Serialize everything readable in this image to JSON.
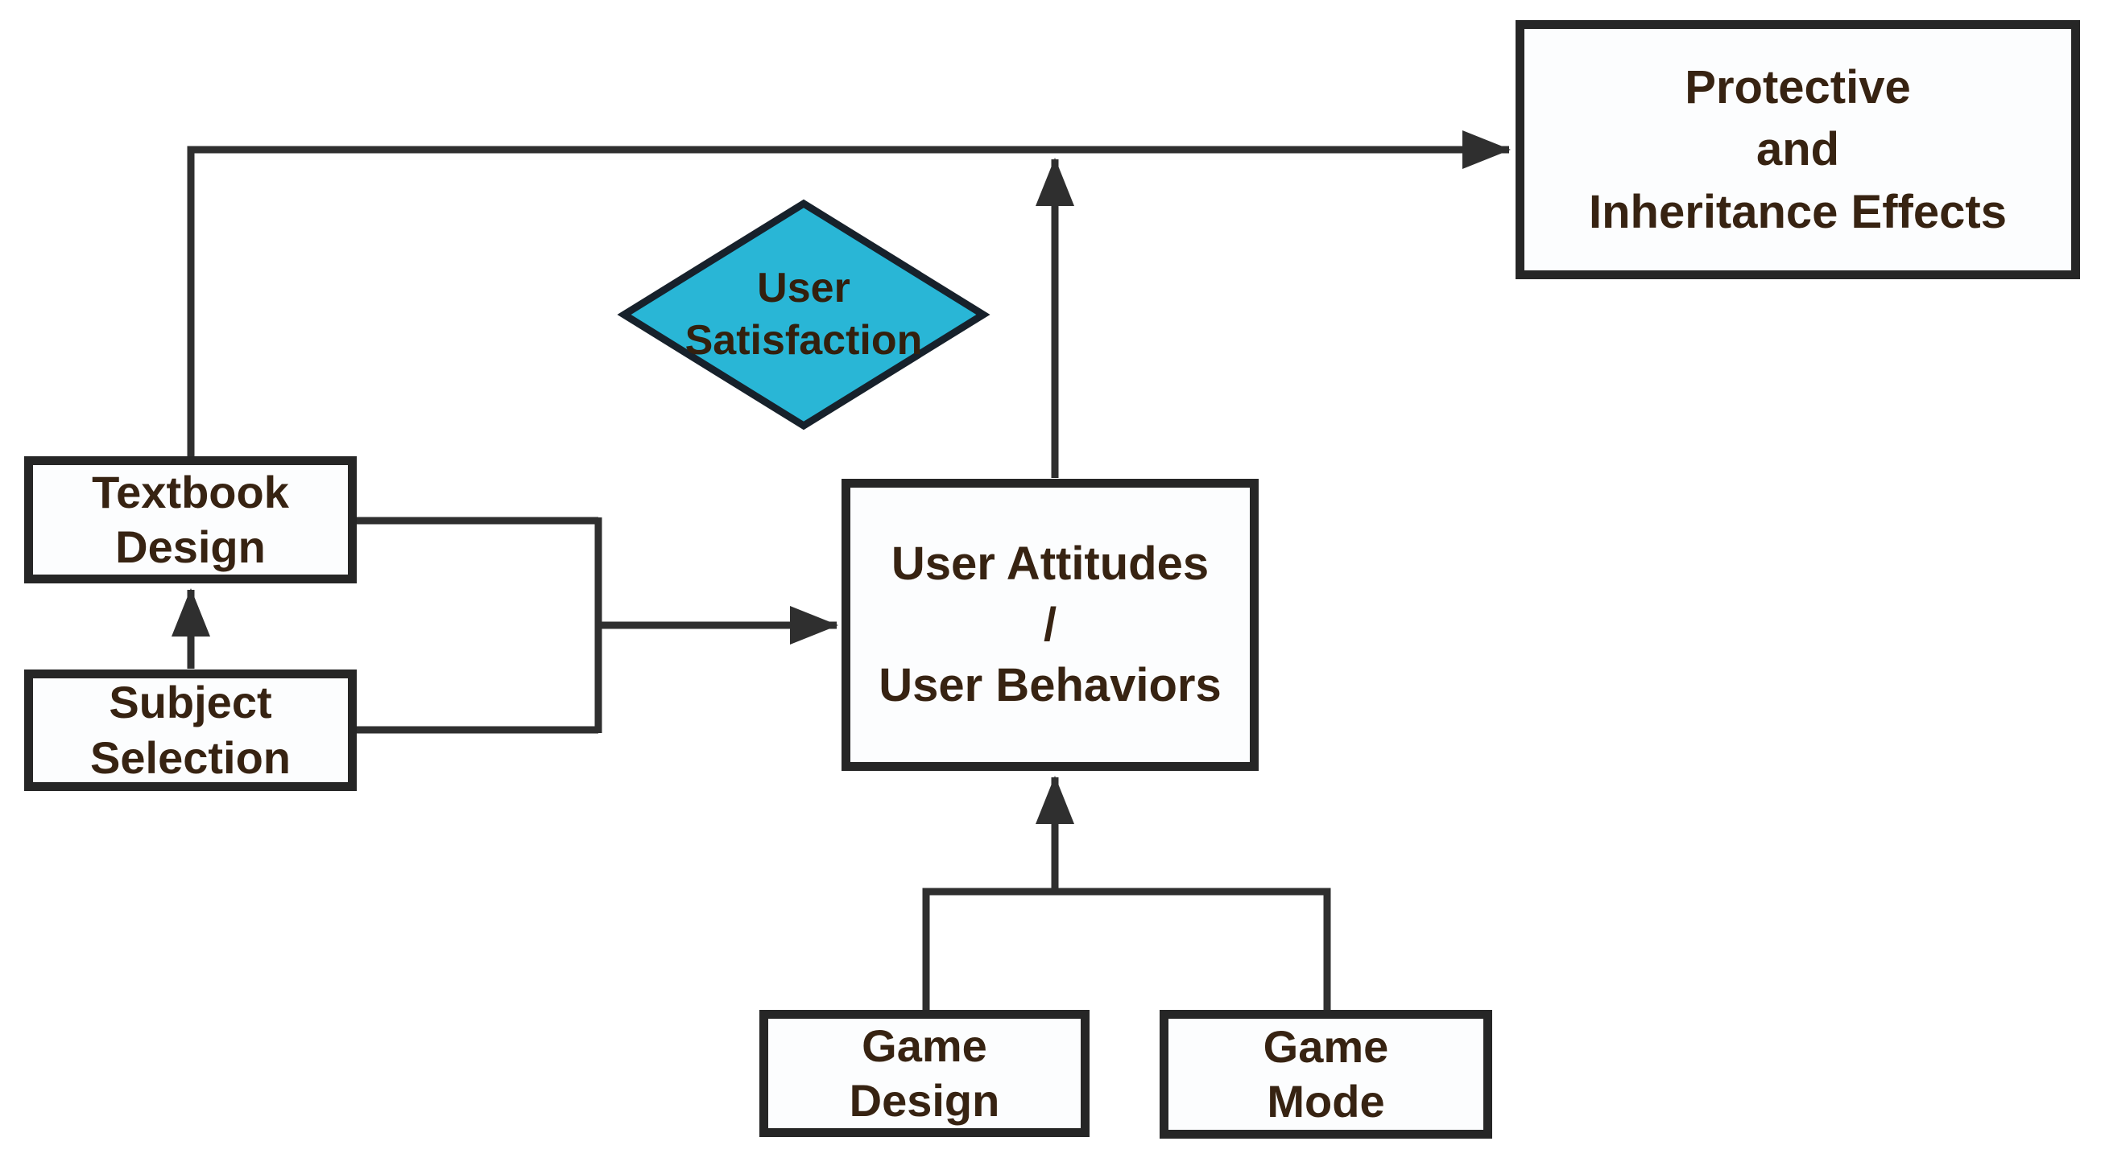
{
  "colors": {
    "line": "#2f2f2f",
    "box_border": "#262626",
    "box_fill": "#fcfdfe",
    "text": "#372312",
    "diamond_fill": "#29b6d6",
    "diamond_border": "#17212b",
    "diamond_text": "#33200e",
    "background": "#ffffff"
  },
  "nodes": {
    "protective": {
      "lines": [
        "Protective",
        "and",
        "Inheritance Effects"
      ]
    },
    "textbook": {
      "lines": [
        "Textbook",
        "Design"
      ]
    },
    "subject": {
      "lines": [
        "Subject",
        "Selection"
      ]
    },
    "attitudes": {
      "lines": [
        "User Attitudes",
        "/",
        "User Behaviors"
      ]
    },
    "game_design": {
      "lines": [
        "Game",
        "Design"
      ]
    },
    "game_mode": {
      "lines": [
        "Game",
        "Mode"
      ]
    },
    "satisfaction": {
      "lines": [
        "User",
        "Satisfaction"
      ]
    }
  }
}
